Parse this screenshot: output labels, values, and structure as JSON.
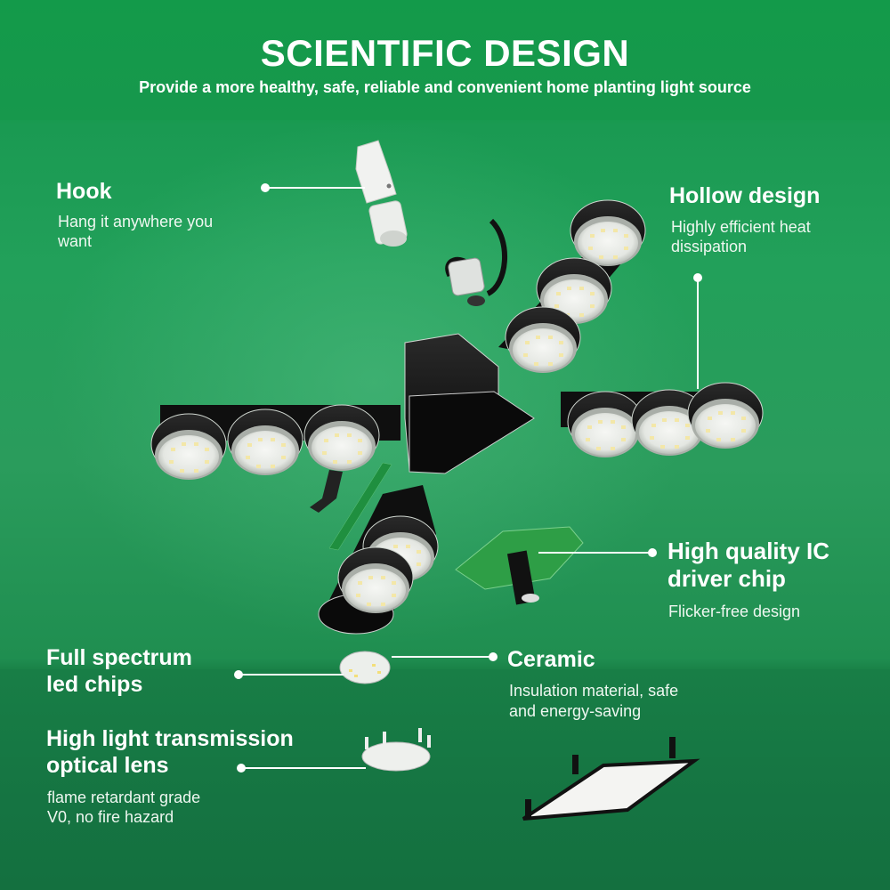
{
  "header": {
    "title": "SCIENTIFIC DESIGN",
    "subtitle": "Provide a more healthy, safe, reliable and convenient home planting light source"
  },
  "features": {
    "hook": {
      "title": "Hook",
      "desc_line1": "Hang it anywhere you",
      "desc_line2": "want"
    },
    "hollow": {
      "title": "Hollow design",
      "desc_line1": "Highly efficient heat",
      "desc_line2": "dissipation"
    },
    "ic_chip": {
      "title_line1": "High quality IC",
      "title_line2": "driver chip",
      "desc": "Flicker-free design"
    },
    "led_chips": {
      "title_line1": "Full spectrum",
      "title_line2": "led chips"
    },
    "ceramic": {
      "title": "Ceramic",
      "desc_line1": "Insulation material, safe",
      "desc_line2": "and energy-saving"
    },
    "lens": {
      "title_line1": "High light transmission",
      "title_line2": "optical lens",
      "desc_line1": "flame retardant grade",
      "desc_line2": "V0, no fire hazard"
    }
  },
  "colors": {
    "background_green": "#1a9a52",
    "text": "#ffffff",
    "housing": "#111111",
    "led_lens": "#e9ece8",
    "pcb_green": "#2e9e46"
  }
}
